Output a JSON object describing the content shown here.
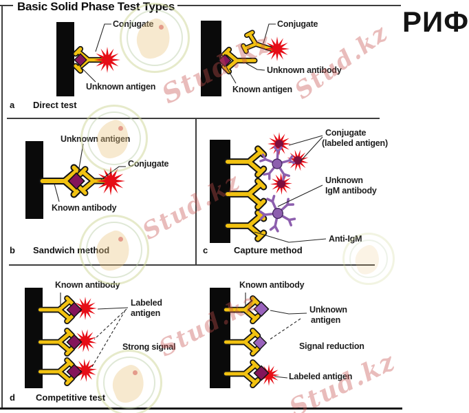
{
  "colors": {
    "yellow": "#f2c211",
    "ink": "#141414",
    "red": "#e60d16",
    "dark_red": "#7c0f3e",
    "maroon": "#84155a",
    "violet": "#9a63bd",
    "purple": "#8d5fae"
  },
  "header": {
    "title": "Basic Solid Phase Test Types",
    "corner_label": "РИФ"
  },
  "watermark": {
    "text": "Stud.kz"
  },
  "panels": {
    "direct": {
      "letter": "a",
      "caption": "Direct test",
      "left": {
        "conjugate": "Conjugate",
        "antigen": "Unknown antigen"
      },
      "right": {
        "conjugate": "Conjugate",
        "antibody": "Unknown antibody",
        "antigen": "Known antigen"
      }
    },
    "sandwich": {
      "letter": "b",
      "caption": "Sandwich method",
      "antigen": "Unknown antigen",
      "conjugate": "Conjugate",
      "antibody": "Known antibody"
    },
    "capture": {
      "letter": "c",
      "caption": "Capture method",
      "conjugate_line1": "Conjugate",
      "conjugate_line2": "(labeled antigen)",
      "igm_line1": "Unknown",
      "igm_line2": "IgM antibody",
      "anti_igm": "Anti-IgM"
    },
    "competitive": {
      "letter": "d",
      "caption": "Competitive test",
      "left": {
        "antibody": "Known antibody",
        "labeled_line1": "Labeled",
        "labeled_line2": "antigen",
        "signal": "Strong signal"
      },
      "right": {
        "antibody": "Known antibody",
        "unknown_line1": "Unknown",
        "unknown_line2": "antigen",
        "signal": "Signal reduction",
        "labeled": "Labeled antigen"
      }
    }
  }
}
